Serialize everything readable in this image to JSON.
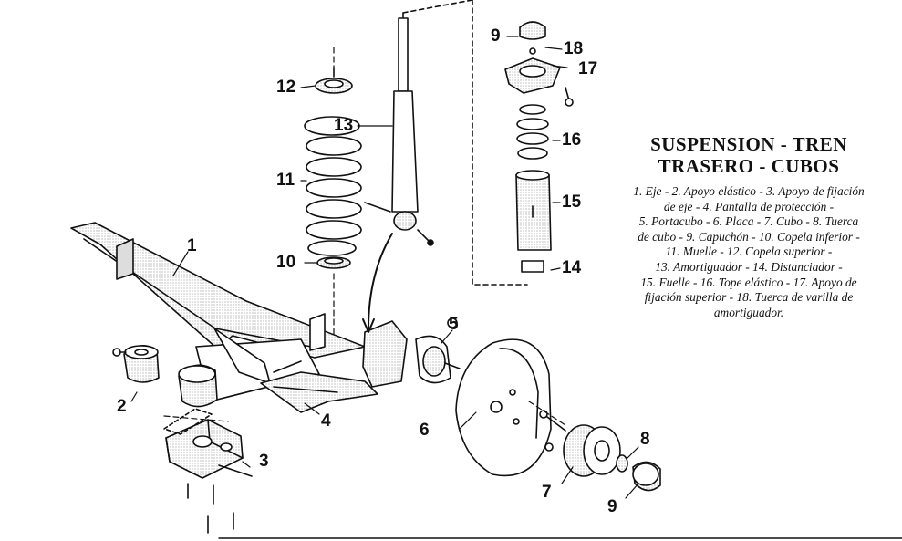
{
  "diagram": {
    "title_lines": [
      "SUSPENSION - TREN",
      "TRASERO - CUBOS"
    ],
    "legend_lines": [
      "1. Eje - 2. Apoyo elástico - 3. Apoyo de fijación",
      "de eje - 4. Pantalla de protección -",
      "5. Portacubo - 6. Placa - 7. Cubo - 8. Tuerca",
      "de cubo - 9. Capuchón - 10. Copela inferior -",
      "11. Muelle - 12. Copela superior -",
      "13. Amortiguador - 14. Distanciador -",
      "15. Fuelle - 16. Tope elástico - 17. Apoyo de",
      "fijación superior - 18. Tuerca de varilla de",
      "amortiguador."
    ],
    "callouts": {
      "c1": "1",
      "c2": "2",
      "c3": "3",
      "c4": "4",
      "c5": "5",
      "c6": "6",
      "c7": "7",
      "c8": "8",
      "c9_cap": "9",
      "c10": "10",
      "c11": "11",
      "c12": "12",
      "c13": "13",
      "c14": "14",
      "c15": "15",
      "c16": "16",
      "c17": "17",
      "c18": "18",
      "c9_top": "9"
    },
    "colors": {
      "ink": "#111111",
      "paper": "#ffffff",
      "shade": "#d9d9d9"
    }
  }
}
